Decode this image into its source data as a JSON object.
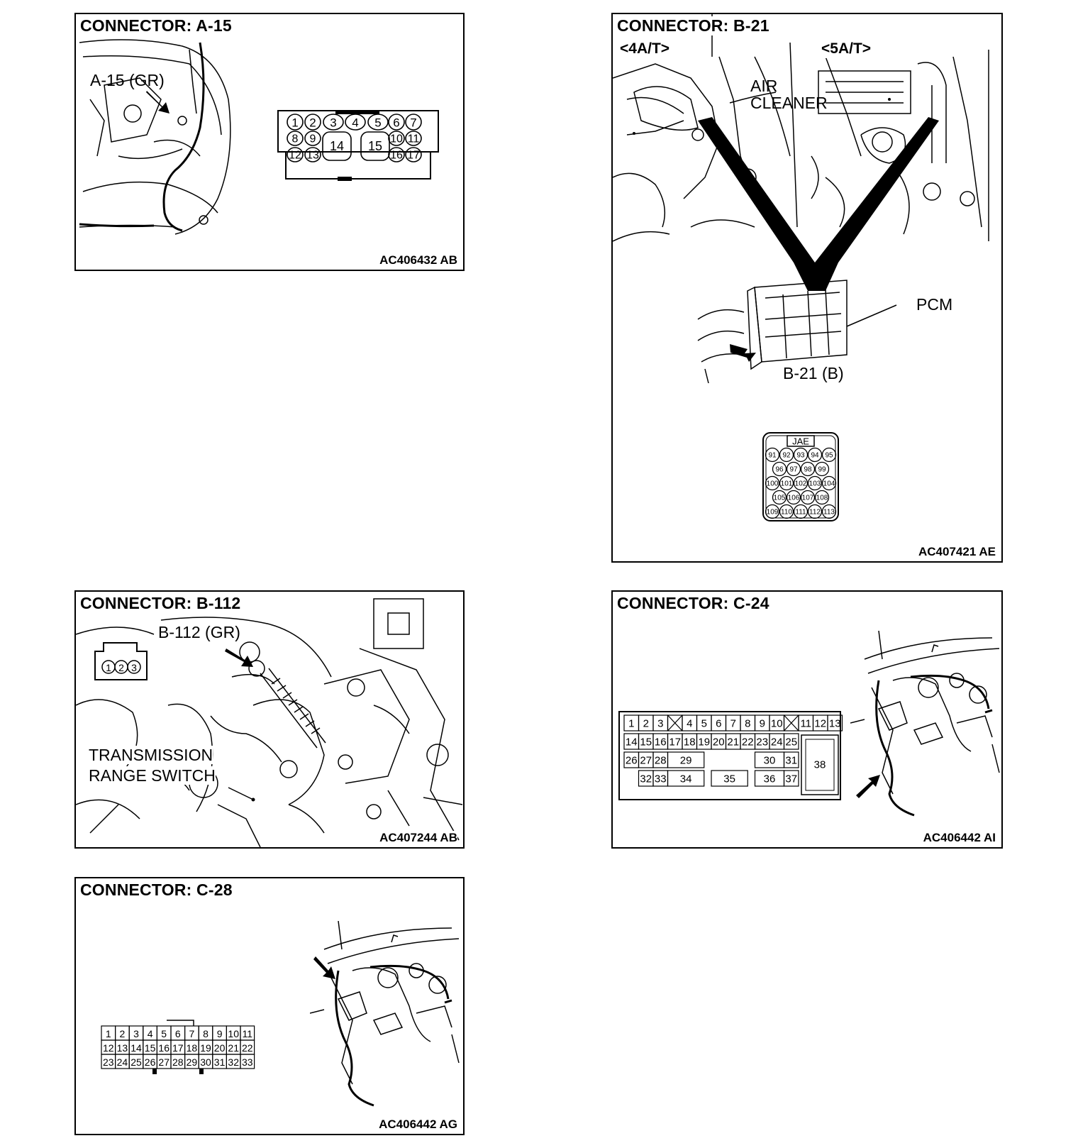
{
  "panels": {
    "a15": {
      "title": "CONNECTOR: A-15",
      "callout": "A-15 (GR)",
      "code": "AC406432 AB",
      "pins_row1": [
        "1",
        "2",
        "3",
        "4",
        "5",
        "6",
        "7"
      ],
      "pins_row2": [
        "8",
        "9",
        "14",
        "15",
        "10",
        "11"
      ],
      "pins_row3": [
        "12",
        "13",
        "16",
        "17"
      ]
    },
    "b21": {
      "title": "CONNECTOR: B-21",
      "variant_left": "<4A/T>",
      "variant_right": "<5A/T>",
      "air_line1": "AIR",
      "air_line2": "CLEANER",
      "pcm": "PCM",
      "callout": "B-21 (B)",
      "header": "JAE",
      "pins": [
        "91",
        "92",
        "93",
        "94",
        "95",
        "96",
        "97",
        "98",
        "99",
        "100",
        "101",
        "102",
        "103",
        "104",
        "105",
        "106",
        "107",
        "108",
        "109",
        "110",
        "111",
        "112",
        "113"
      ],
      "code": "AC407421 AE"
    },
    "b112": {
      "title": "CONNECTOR: B-112",
      "callout": "B-112 (GR)",
      "switch_line1": "TRANSMISSION",
      "switch_line2": "RANGE SWITCH",
      "pins": [
        "1",
        "2",
        "3"
      ],
      "code": "AC407244 AB"
    },
    "c24": {
      "title": "CONNECTOR: C-24",
      "row1": [
        "1",
        "2",
        "3",
        "4",
        "5",
        "6",
        "7",
        "8",
        "9",
        "10",
        "11",
        "12",
        "13"
      ],
      "row2": [
        "14",
        "15",
        "16",
        "17",
        "18",
        "19",
        "20",
        "21",
        "22",
        "23",
        "24",
        "25"
      ],
      "row3": [
        "26",
        "27",
        "28",
        "29",
        "30",
        "31"
      ],
      "row4": [
        "32",
        "33",
        "34",
        "35",
        "36",
        "37"
      ],
      "big_pin": "38",
      "code": "AC406442 AI"
    },
    "c28": {
      "title": "CONNECTOR: C-28",
      "row1": [
        "1",
        "2",
        "3",
        "4",
        "5",
        "6",
        "7",
        "8",
        "9",
        "10",
        "11"
      ],
      "row2": [
        "12",
        "13",
        "14",
        "15",
        "16",
        "17",
        "18",
        "19",
        "20",
        "21",
        "22"
      ],
      "row3": [
        "23",
        "24",
        "25",
        "26",
        "27",
        "28",
        "29",
        "30",
        "31",
        "32",
        "33"
      ],
      "code": "AC406442 AG"
    }
  }
}
